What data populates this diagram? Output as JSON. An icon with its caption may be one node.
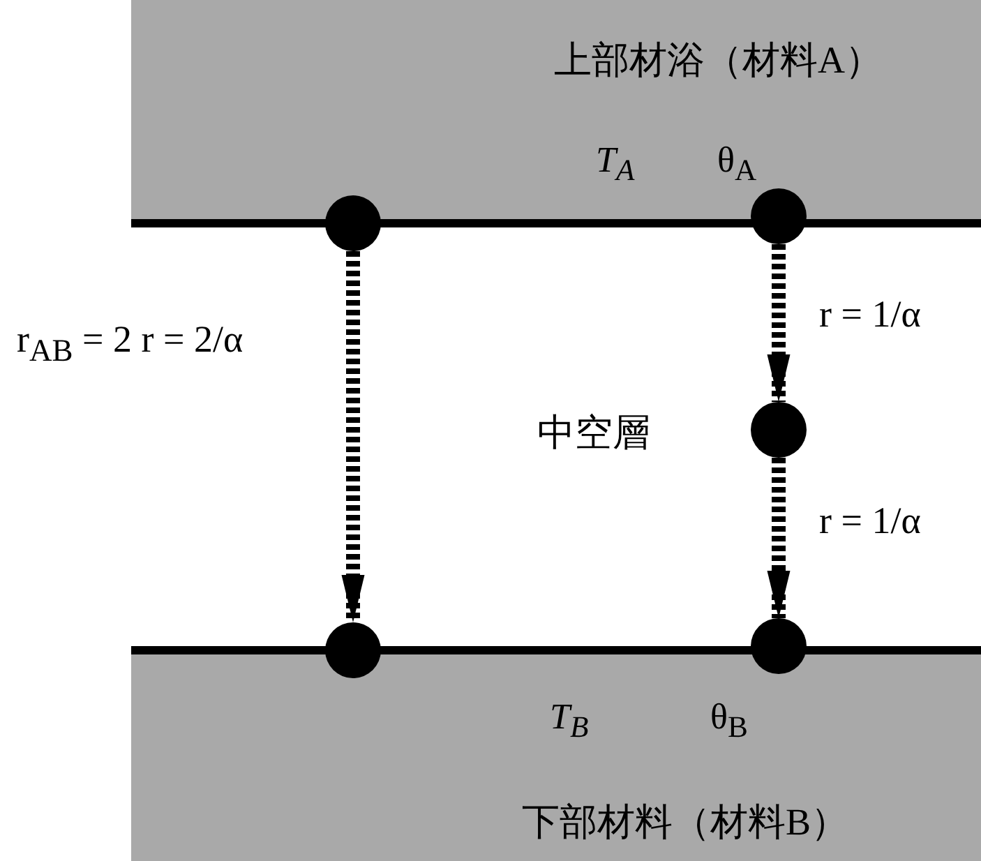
{
  "diagram": {
    "nodes": [
      {
        "text": [
          "上部材浴（材料A）",
          "T$_{A}$",
          "θ$_{A}$"
        ]
      },
      {
        "text": [
          "T$_{B}$",
          "θ$_{B}$",
          "下部材料（材料B）"
        ]
      },
      {
        "text": [],
        "shape": "circle"
      },
      {
        "text": [],
        "shape": "circle"
      },
      {
        "text": [],
        "shape": "circle"
      },
      {
        "text": [],
        "shape": "circle"
      },
      {
        "text": [],
        "shape": "circle"
      }
    ],
    "edges": [
      {
        "from": 2,
        "to": 5,
        "arrow": "to",
        "style": "dashed",
        "label": "r$_{AB}$ = 2 r = 2/α"
      },
      {
        "from": 3,
        "to": 4,
        "arrow": "to",
        "style": "dashed",
        "label": "r = 1/α"
      },
      {
        "from": 4,
        "to": 6,
        "arrow": "to",
        "style": "dashed",
        "label": "r = 1/α"
      }
    ],
    "labels": [
      "中空層"
    ]
  }
}
